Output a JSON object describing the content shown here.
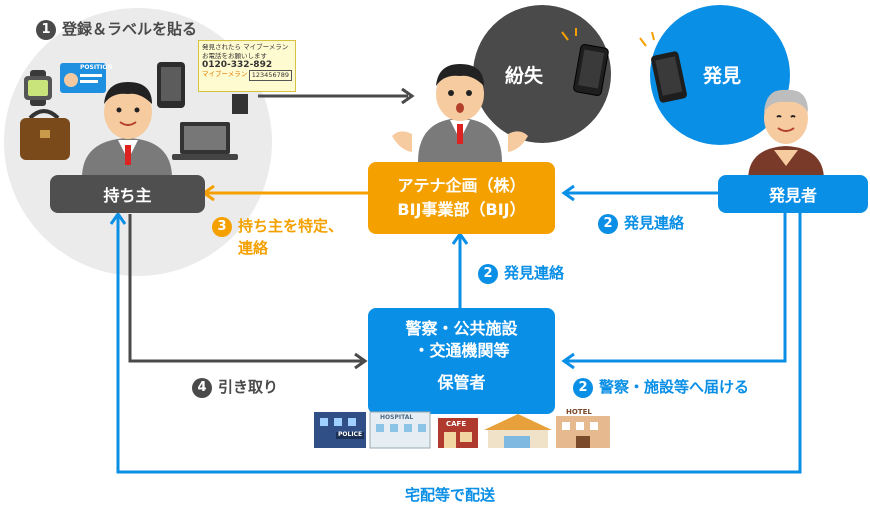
{
  "step1": {
    "num": "1",
    "text": "登録＆ラベルを貼る"
  },
  "owner": {
    "label": "持ち主"
  },
  "company": {
    "line1": "アテナ企画（株）",
    "line2": "BIJ事業部（BIJ）"
  },
  "finder": {
    "label": "発見者"
  },
  "storage": {
    "line1": "警察・公共施設",
    "line2": "・交通機関等",
    "line3": "保管者"
  },
  "lost_bubble": "紛失",
  "found_bubble": "発見",
  "step2a": {
    "num": "2",
    "text": "発見連絡"
  },
  "step2b": {
    "num": "2",
    "text": "発見連絡"
  },
  "step2c": {
    "num": "2",
    "text": "警察・施設等へ届ける"
  },
  "step3": {
    "num": "3",
    "line1": "持ち主を特定、",
    "line2": "連絡"
  },
  "step4": {
    "num": "4",
    "text": "引き取り"
  },
  "delivery": "宅配等で配送",
  "label_card": {
    "line1": "発見されたら マイブーメラン",
    "line2": "お電話をお願いします",
    "phone": "0120-332-892",
    "code": "123456789",
    "brand": "マイブーメラン"
  },
  "id_card_text": "POSITION",
  "buildings": {
    "police": "POLICE",
    "hospital": "HOSPITAL",
    "cafe": "CAFE",
    "hotel": "HOTEL"
  },
  "colors": {
    "blue": "#0a8fe6",
    "orange": "#f4a100",
    "gray": "#4f4f4f",
    "light_gray": "#ebebeb",
    "dark": "#3c3c3c"
  }
}
